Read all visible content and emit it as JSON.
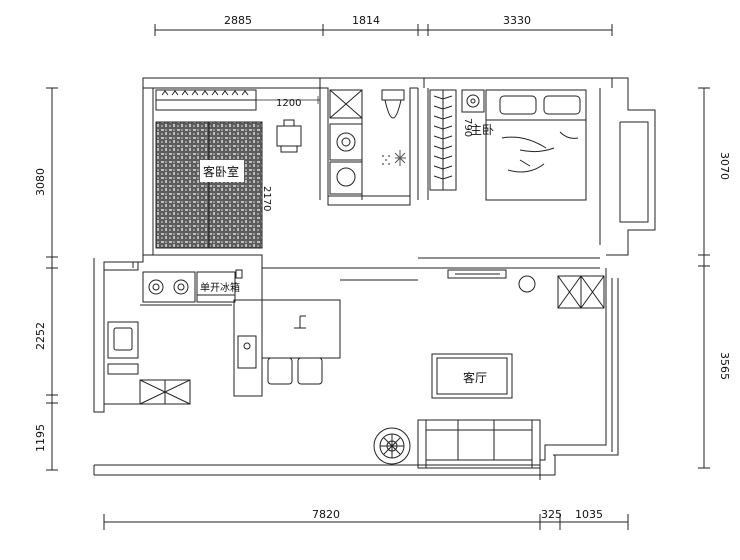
{
  "dimensions": {
    "top": [
      "2885",
      "1814",
      "3330"
    ],
    "bottom": [
      "7820",
      "325",
      "1035"
    ],
    "left": [
      "3080",
      "2252",
      "1195"
    ],
    "right": [
      "3070",
      "3565"
    ]
  },
  "rooms": {
    "guest_bedroom": "客卧室",
    "master_bedroom": "主卧",
    "living_room": "客厅",
    "fridge": "单开冰箱"
  },
  "annotations": {
    "wardrobe_width": "1200",
    "wardrobe_depth": "2170",
    "closet_depth": "790"
  },
  "colors": {
    "line": "#222222",
    "hatch": "#6b6b6b",
    "wall_fill": "#ffffff"
  }
}
